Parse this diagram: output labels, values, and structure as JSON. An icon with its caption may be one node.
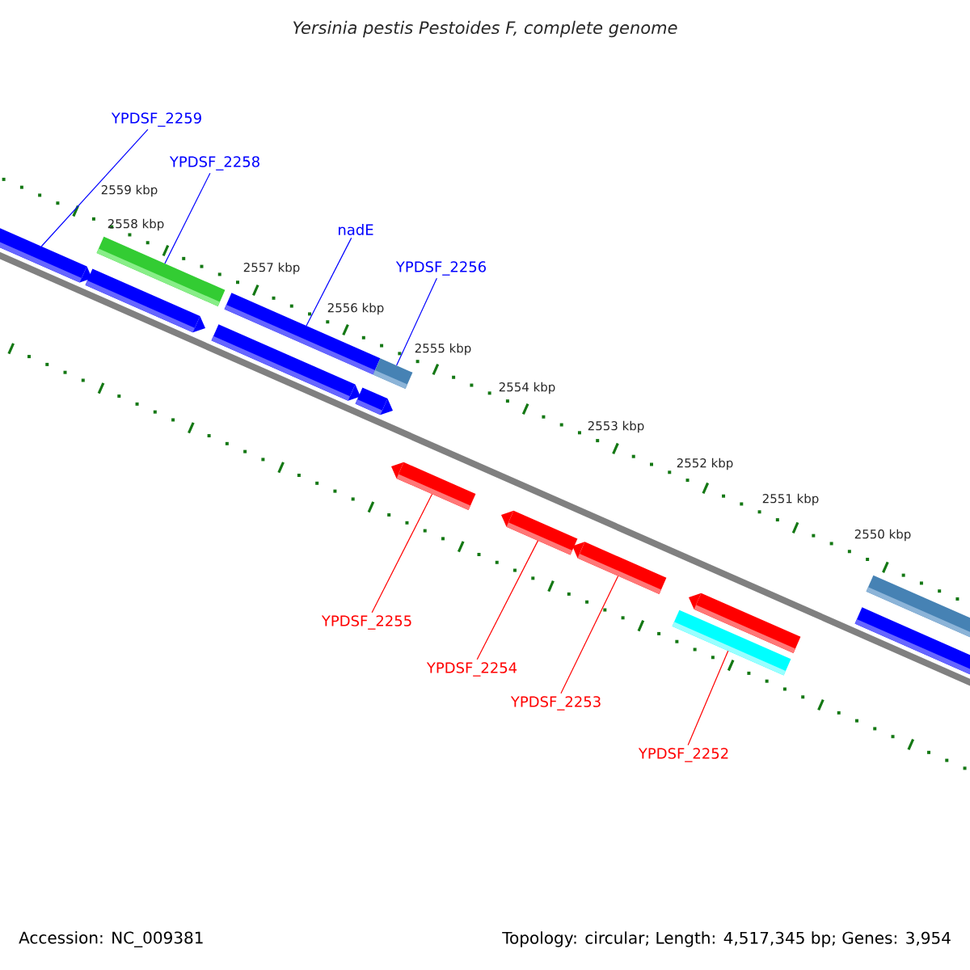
{
  "diagram": {
    "title": "Yersinia pestis Pestoides F, complete genome",
    "nodes": [
      {
        "text": [
          "YPDSF_2259"
        ]
      },
      {
        "text": [
          "YPDSF_2258"
        ]
      },
      {
        "text": [
          "nadE"
        ]
      },
      {
        "text": [
          "YPDSF_2256"
        ]
      },
      {
        "text": [
          "YPDSF_2255"
        ]
      },
      {
        "text": [
          "YPDSF_2254"
        ]
      },
      {
        "text": [
          "YPDSF_2253"
        ]
      },
      {
        "text": [
          "YPDSF_2252"
        ]
      },
      {
        "text": [],
        "shape": "bar"
      },
      {
        "text": [],
        "shape": "bar"
      },
      {
        "text": [],
        "shape": "bar"
      },
      {
        "text": [],
        "shape": "bar"
      },
      {
        "text": [],
        "shape": "bar"
      },
      {
        "text": [],
        "shape": "bar"
      },
      {
        "text": [],
        "shape": "bar"
      },
      {
        "text": [],
        "shape": "bar"
      },
      {
        "text": [],
        "shape": "bar"
      },
      {
        "text": [],
        "shape": "bar"
      },
      {
        "text": [],
        "shape": "bar"
      },
      {
        "text": [],
        "shape": "bar"
      },
      {
        "text": [],
        "shape": "bar"
      },
      {
        "text": [],
        "shape": "bar"
      }
    ],
    "edges": [
      {
        "from": 0,
        "to": 8,
        "arrow": "none",
        "color": "#0000ff"
      },
      {
        "from": 1,
        "to": 10,
        "arrow": "none",
        "color": "#0000ff"
      },
      {
        "from": 2,
        "to": 12,
        "arrow": "none",
        "color": "#0000ff"
      },
      {
        "from": 3,
        "to": 14,
        "arrow": "none",
        "color": "#0000ff"
      },
      {
        "from": 4,
        "to": 15,
        "arrow": "none",
        "color": "#ff0000"
      },
      {
        "from": 5,
        "to": 16,
        "arrow": "none",
        "color": "#ff0000"
      },
      {
        "from": 6,
        "to": 17,
        "arrow": "none",
        "color": "#ff0000"
      },
      {
        "from": 7,
        "to": 18,
        "arrow": "none",
        "color": "#ff0000"
      }
    ],
    "labels": [
      "2559 kbp",
      "2558 kbp",
      "2557 kbp",
      "2556 kbp",
      "2555 kbp",
      "2554 kbp",
      "2553 kbp",
      "2552 kbp",
      "2551 kbp",
      "2550 kbp",
      "Accession: NC_009381",
      "Topology: circular; Length: 4,517,345 bp; Genes: 3,954"
    ]
  }
}
